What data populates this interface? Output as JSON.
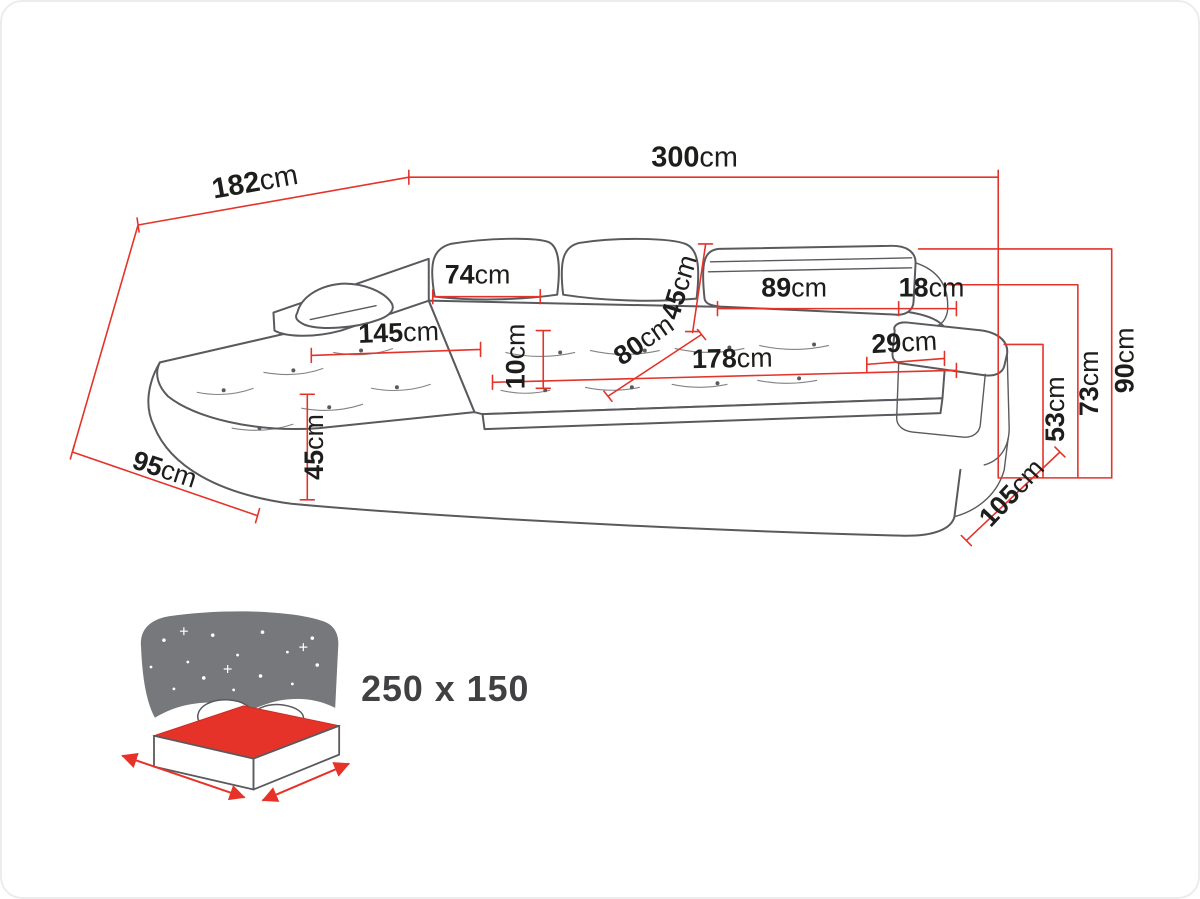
{
  "colors": {
    "dimension_red": "#e5332a",
    "outline_gray": "#5a5a5e",
    "text_black": "#1d1d1b",
    "icon_gray": "#77787b",
    "sleep_label_gray": "#414143"
  },
  "dimensions": {
    "total_width": {
      "value": "300",
      "unit": "cm"
    },
    "total_depth": {
      "value": "182",
      "unit": "cm"
    },
    "left_back_cushion_width": {
      "value": "74",
      "unit": "cm"
    },
    "chaise_seat_length": {
      "value": "145",
      "unit": "cm"
    },
    "back_cushion_height": {
      "value": "45",
      "unit": "cm"
    },
    "right_back_cushion_width": {
      "value": "89",
      "unit": "cm"
    },
    "headrest_depth": {
      "value": "18",
      "unit": "cm"
    },
    "armrest_top_width": {
      "value": "29",
      "unit": "cm"
    },
    "seat_length": {
      "value": "178",
      "unit": "cm"
    },
    "seat_depth": {
      "value": "80",
      "unit": "cm"
    },
    "seat_band_height": {
      "value": "10",
      "unit": "cm"
    },
    "seat_height": {
      "value": "45",
      "unit": "cm"
    },
    "chaise_front_width": {
      "value": "95",
      "unit": "cm"
    },
    "side_depth": {
      "value": "105",
      "unit": "cm"
    },
    "total_height": {
      "value": "90",
      "unit": "cm"
    },
    "backrest_total_height": {
      "value": "73",
      "unit": "cm"
    },
    "armrest_height": {
      "value": "53",
      "unit": "cm"
    }
  },
  "sleeping_area": {
    "value": "250 x 150"
  }
}
